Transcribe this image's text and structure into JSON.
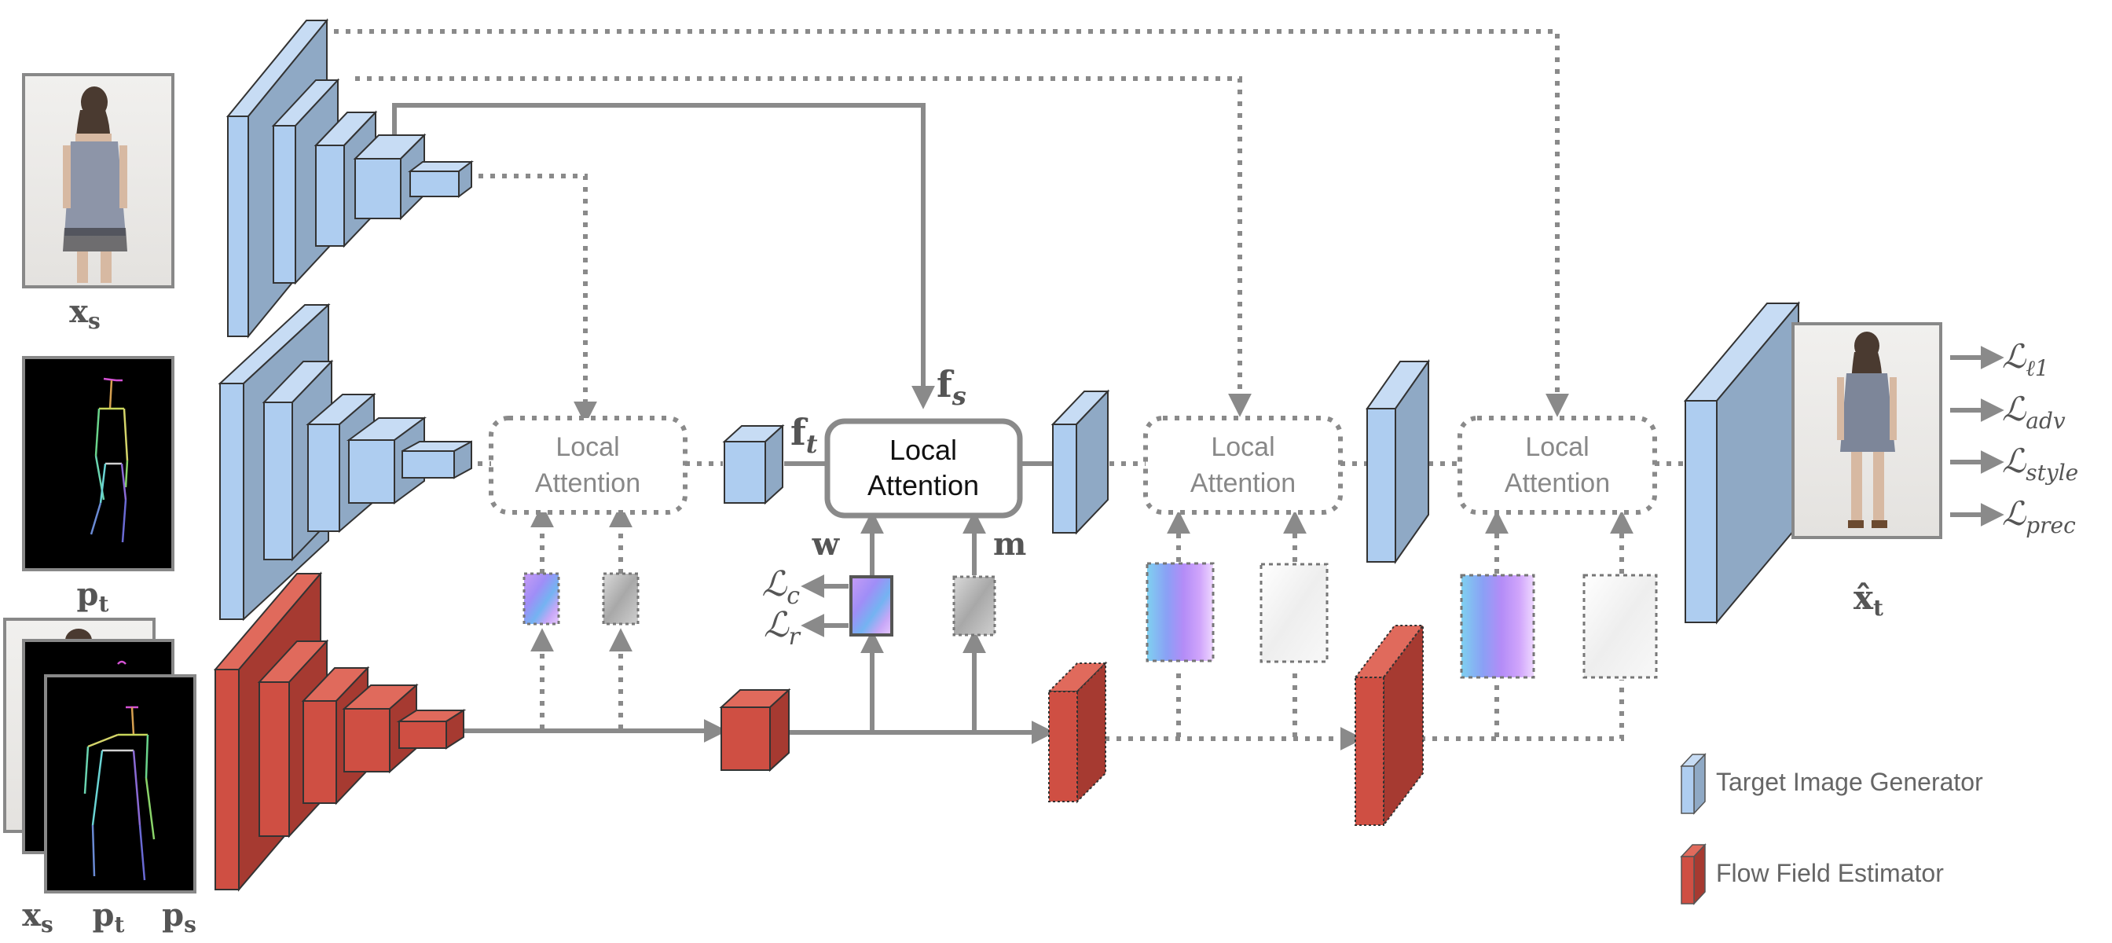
{
  "labels": {
    "xs": "x",
    "xs_sub": "s",
    "pt": "p",
    "pt_sub": "t",
    "ps": "p",
    "ps_sub": "s",
    "xt_hat": "x̂",
    "xt_hat_sub": "t",
    "fs": "f",
    "fs_sub": "s",
    "ft": "f",
    "ft_sub": "t",
    "w": "w",
    "m": "m"
  },
  "local_attention": {
    "line1": "Local",
    "line2": "Attention"
  },
  "losses_center": [
    {
      "sym": "ℒ",
      "sub": "c"
    },
    {
      "sym": "ℒ",
      "sub": "r"
    }
  ],
  "losses_right": [
    {
      "sym": "ℒ",
      "sub": "ℓ1"
    },
    {
      "sym": "ℒ",
      "sub": "adv"
    },
    {
      "sym": "ℒ",
      "sub": "style"
    },
    {
      "sym": "ℒ",
      "sub": "prec"
    }
  ],
  "legend": [
    {
      "label": "Target Image Generator",
      "color": "#a9c9ea"
    },
    {
      "label": "Flow Field Estimator",
      "color": "#cc4b3f"
    }
  ],
  "colors": {
    "blue_front": "#aecdf0",
    "blue_top": "#c7dcf4",
    "blue_side": "#8fa9c5",
    "red_front": "#cf4f43",
    "red_top": "#e06a5c",
    "red_side": "#a63a31",
    "arrow": "#8a8a8a"
  }
}
